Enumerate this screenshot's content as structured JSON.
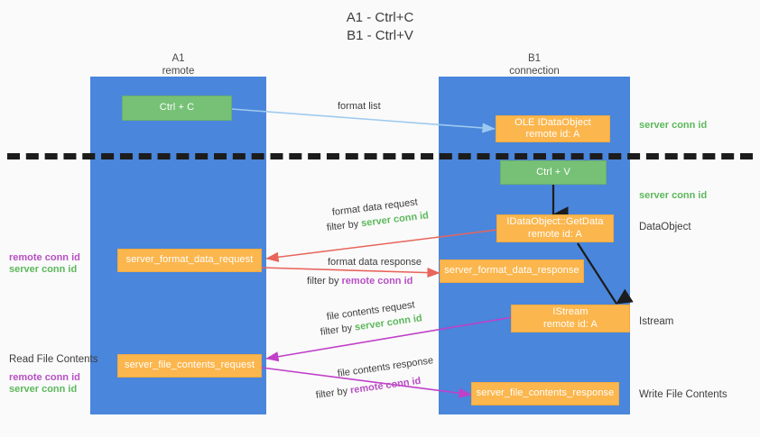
{
  "title": {
    "line1": "A1 - Ctrl+C",
    "line2": "B1 - Ctrl+V"
  },
  "lanes": [
    {
      "id": "A1",
      "name": "A1",
      "subtitle": "remote",
      "color": "#4a86db"
    },
    {
      "id": "B1",
      "name": "B1",
      "subtitle": "connection",
      "color": "#4a86db"
    }
  ],
  "colors": {
    "lane_blue": "#4a86db",
    "box_orange": "#fbb64d",
    "box_green": "#76c176",
    "server_conn_green": "#5cb85c",
    "remote_conn_purple": "#b84fc4",
    "arrow_blue": "#9ec9ef",
    "arrow_red": "#e8645c",
    "arrow_magenta": "#c040c8",
    "arrow_black": "#1c1c1c",
    "separator": "#1c1c1c"
  },
  "nodes": {
    "ctrl_c": {
      "label": "Ctrl + C",
      "kind": "green"
    },
    "ctrl_v": {
      "label": "Ctrl + V",
      "kind": "green"
    },
    "ole_dataobject": {
      "line1": "OLE IDataObject",
      "line2": "remote id: A",
      "kind": "orange"
    },
    "getdata": {
      "line1": "IDataObject::GetData",
      "line2": "remote id: A",
      "kind": "orange"
    },
    "istream": {
      "line1": "IStream",
      "line2": "remote id: A",
      "kind": "orange"
    },
    "server_format_data_request": {
      "label": "server_format_data_request",
      "kind": "orange"
    },
    "server_format_data_response": {
      "label": "server_format_data_response",
      "kind": "orange"
    },
    "server_file_contents_request": {
      "label": "server_file_contents_request",
      "kind": "orange"
    },
    "server_file_contents_response": {
      "label": "server_file_contents_response",
      "kind": "orange"
    }
  },
  "edge_labels": {
    "format_list": "format list",
    "format_data_request": "format data request",
    "format_data_request_filter_prefix": "filter by ",
    "format_data_request_filter_value": "server conn id",
    "format_data_response": "format data response",
    "format_data_response_filter_prefix": "filter by ",
    "format_data_response_filter_value": "remote conn id",
    "file_contents_request": "file contents request",
    "file_contents_request_filter_prefix": "filter by ",
    "file_contents_request_filter_value": "server conn id",
    "file_contents_response": "file contents response",
    "file_contents_response_filter_prefix": "filter by ",
    "file_contents_response_filter_value": "remote conn id"
  },
  "right_annotations": {
    "server_conn_id_top": "server conn id",
    "server_conn_id_mid": "server conn id",
    "dataobject": "DataObject",
    "istream": "Istream",
    "write_file_contents": "Write File Contents"
  },
  "left_annotations": {
    "remote_conn_id_upper": "remote conn id",
    "server_conn_id_upper": "server conn id",
    "read_file_contents": "Read File Contents",
    "remote_conn_id_lower": "remote conn id",
    "server_conn_id_lower": "server conn id"
  }
}
